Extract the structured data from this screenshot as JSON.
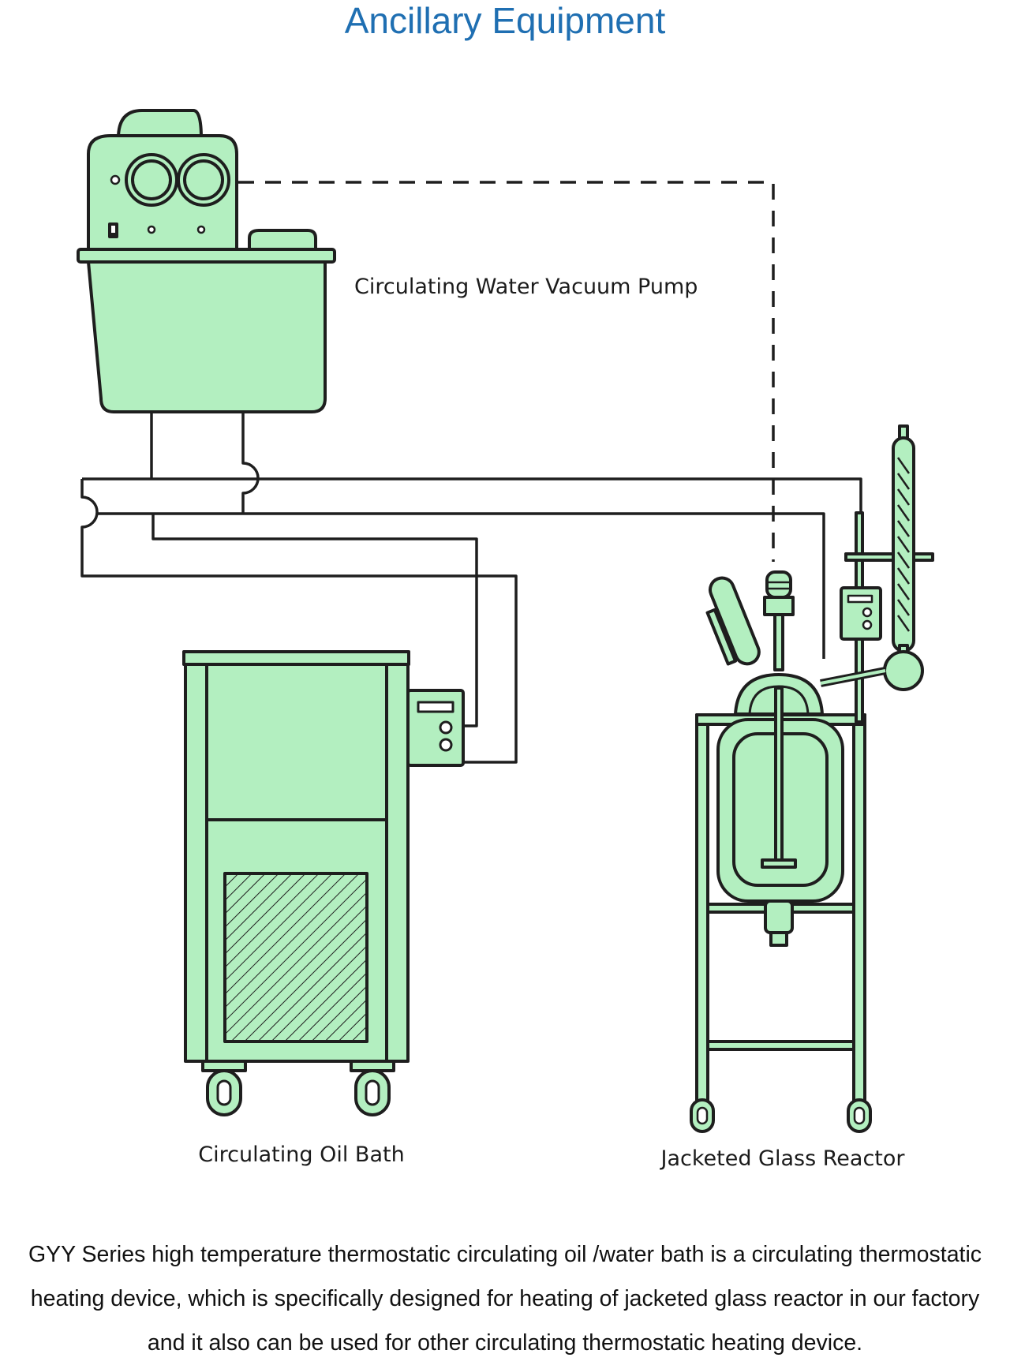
{
  "title": "Ancillary Equipment",
  "colors": {
    "title": "#1f6fb2",
    "equipment_fill": "#b3efc0",
    "outline": "#1e1e1e"
  },
  "labels": {
    "vacuum_pump": "Circulating Water Vacuum Pump",
    "oil_bath": "Circulating Oil Bath",
    "reactor": "Jacketed Glass Reactor"
  },
  "description": [
    "GYY Series high temperature thermostatic circulating oil /water bath is a circulating thermostatic",
    "heating device, which is specifically designed for heating of jacketed glass reactor in our factory",
    "and it also can be used for other circulating thermostatic heating device."
  ]
}
